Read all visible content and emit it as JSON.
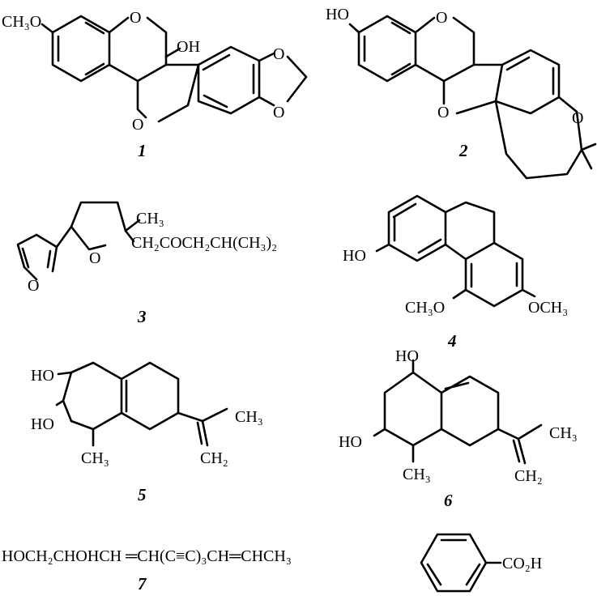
{
  "labels": {
    "s1_och3": "CH₃O",
    "s1_ring_o": "O",
    "s1_oh": "OH",
    "s1_furan_o": "O",
    "s1_diox_o1": "O",
    "s1_diox_o2": "O",
    "s2_ho": "HO",
    "s2_ring_o": "O",
    "s2_furan_o": "O",
    "s2_pyran_o": "O",
    "s3_furan_o": "O",
    "s3_thf_o": "O",
    "s3_ch3": "CH₃",
    "s3_chain": "CH₂COCH₂CH(CH₃)₂",
    "s4_ho": "HO",
    "s4_och3_left": "CH₃O",
    "s4_och3_right": "OCH₃",
    "s5_ho1": "HO",
    "s5_ho2": "HO",
    "s5_ch3": "CH₃",
    "s5_ch3_side": "CH₃",
    "s5_ch2": "CH₂",
    "s6_ho1": "HO",
    "s6_ho2": "HO",
    "s6_ch3": "CH₃",
    "s6_ch3_side": "CH₃",
    "s6_ch2": "CH₂",
    "s7_formula": "HOCH₂CHOHCH ═CH(C≡C)₃CH═CHCH₃",
    "s8_co2h": "CO₂H"
  },
  "numbers": {
    "n1": "1",
    "n2": "2",
    "n3": "3",
    "n4": "4",
    "n5": "5",
    "n6": "6",
    "n7": "7"
  }
}
